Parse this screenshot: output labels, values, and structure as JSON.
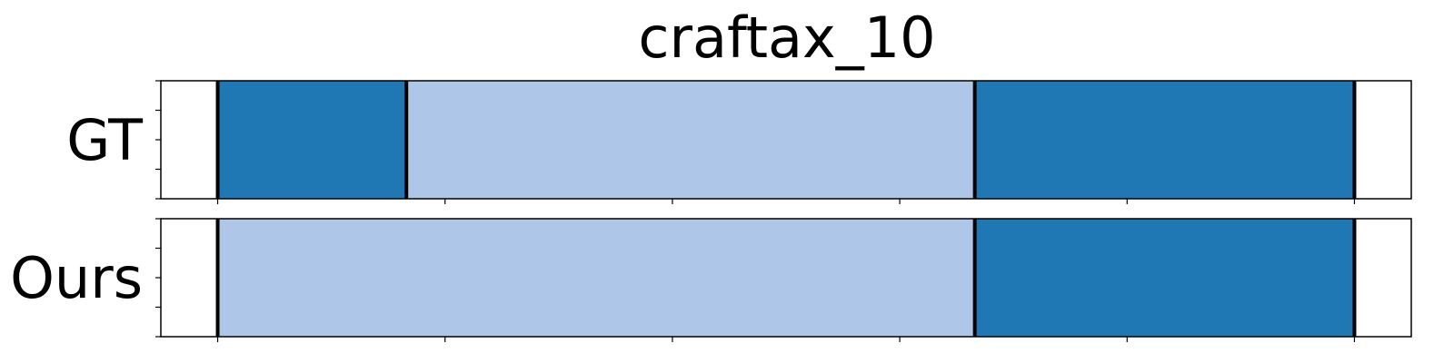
{
  "chart_data": {
    "type": "segmentation-timeline",
    "title": "craftax_10",
    "x_range": [
      0,
      100
    ],
    "x_ticks": [
      5,
      25,
      45,
      65,
      85,
      105
    ],
    "colors": {
      "dark": "#1f77b4",
      "light": "#aec7e8",
      "boundary": "#000000"
    },
    "rows": [
      {
        "label": "GT",
        "segments": [
          {
            "start": 5.0,
            "end": 21.6,
            "class": "dark"
          },
          {
            "start": 21.6,
            "end": 71.6,
            "class": "light"
          },
          {
            "start": 71.6,
            "end": 105.0,
            "class": "dark"
          }
        ]
      },
      {
        "label": "Ours",
        "segments": [
          {
            "start": 5.0,
            "end": 71.6,
            "class": "light"
          },
          {
            "start": 71.6,
            "end": 105.0,
            "class": "dark"
          }
        ]
      }
    ]
  }
}
